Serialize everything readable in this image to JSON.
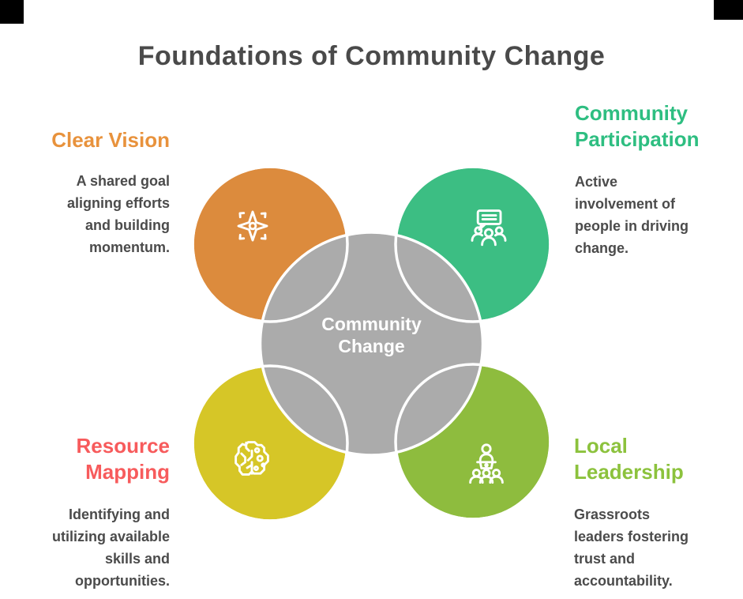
{
  "title": "Foundations of Community Change",
  "colors": {
    "background": "#FFFFFF",
    "title_text": "#4A4A4A",
    "description_text": "#4B4B4B",
    "center_circle_fill": "#ABABAB",
    "circle_stroke": "#FFFFFF",
    "center_label_text": "#FFFFFF",
    "corner_artifact": "#000000"
  },
  "center": {
    "label_line1": "Community",
    "label_line2": "Change"
  },
  "sections": [
    {
      "id": "clear-vision",
      "title": "Clear Vision",
      "description": "A shared goal\naligning efforts\nand building\nmomentum.",
      "title_color": "#E8923C",
      "circle_color": "#DC8B3D",
      "icon": "compass-icon"
    },
    {
      "id": "community-participation",
      "title": "Community\nParticipation",
      "description": "Active\ninvolvement of\npeople in driving\nchange.",
      "title_color": "#2EBE81",
      "circle_color": "#3CBE83",
      "icon": "group-discussion-icon"
    },
    {
      "id": "resource-mapping",
      "title": "Resource\nMapping",
      "description": "Identifying and\nutilizing available\nskills and\nopportunities.",
      "title_color": "#F75B5C",
      "circle_color": "#D6C627",
      "icon": "brain-icon"
    },
    {
      "id": "local-leadership",
      "title": "Local\nLeadership",
      "description": "Grassroots\nleaders fostering\ntrust and\naccountability.",
      "title_color": "#8CC23D",
      "circle_color": "#8EBC3E",
      "icon": "leader-podium-icon"
    }
  ]
}
